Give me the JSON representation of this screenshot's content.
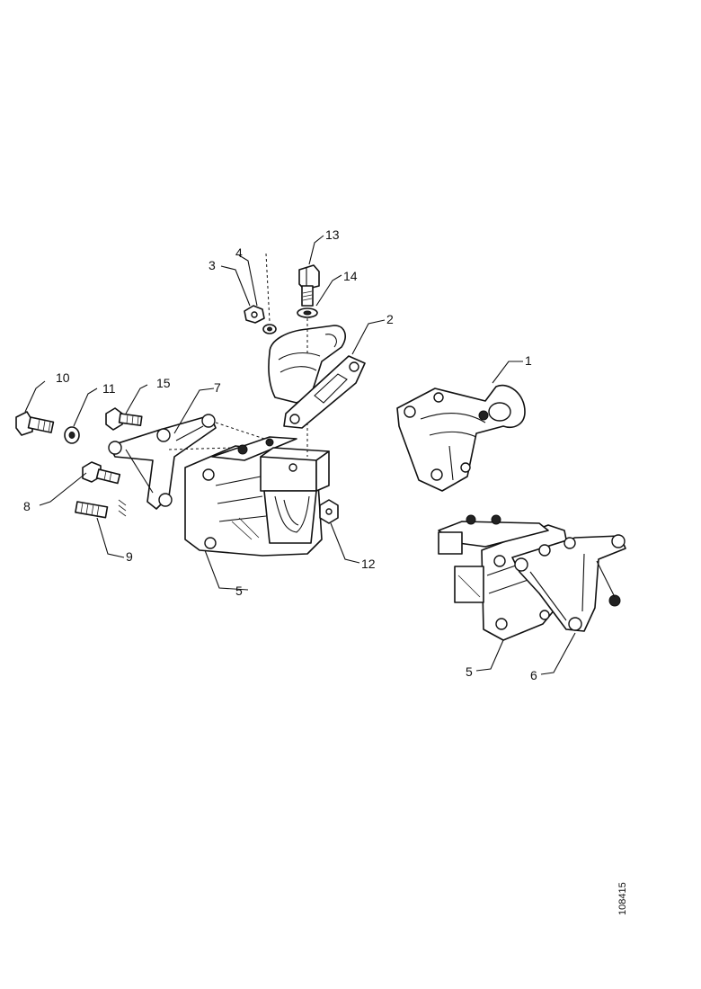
{
  "callouts": {
    "c1": "1",
    "c2": "2",
    "c3": "3",
    "c4": "4",
    "c5a": "5",
    "c5b": "5",
    "c6": "6",
    "c7": "7",
    "c8": "8",
    "c9": "9",
    "c10": "10",
    "c11": "11",
    "c12": "12",
    "c13": "13",
    "c14": "14",
    "c15": "15"
  },
  "reference_number": "108415"
}
